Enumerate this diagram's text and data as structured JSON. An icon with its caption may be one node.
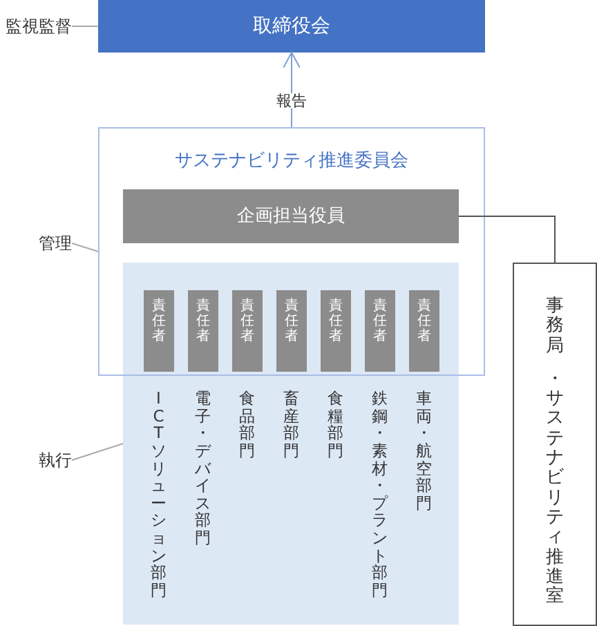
{
  "diagram": {
    "nodes": [
      {
        "text": [
          "監視監督"
        ]
      },
      {
        "text": [
          "取締役会"
        ]
      },
      {
        "text": [
          "管理"
        ]
      },
      {
        "text": [
          "サステナビリティ推進委員会"
        ]
      },
      {
        "text": [
          "企画担当役員"
        ],
        "in": 3
      },
      {
        "text": [
          "執行"
        ]
      },
      {
        "text": [],
        "shape": "box"
      },
      {
        "text": [
          "責任者"
        ]
      },
      {
        "text": [
          "責任者"
        ]
      },
      {
        "text": [
          "責任者"
        ]
      },
      {
        "text": [
          "責任者"
        ]
      },
      {
        "text": [
          "責任者"
        ]
      },
      {
        "text": [
          "責任者"
        ]
      },
      {
        "text": [
          "責任者"
        ]
      },
      {
        "text": [
          "事務局",
          "・サステナビリティ推進室"
        ]
      }
    ],
    "edges": [
      {
        "from": 3,
        "to": 1,
        "arrow": "to",
        "label": "報告"
      },
      {
        "from": 4,
        "to": 14,
        "arrow": "none",
        "color": "#555555"
      },
      {
        "from": 0,
        "to": 1,
        "arrow": "none"
      },
      {
        "from": 2,
        "to": 3,
        "arrow": "none"
      },
      {
        "from": 5,
        "to": 6,
        "arrow": "none"
      }
    ],
    "labels": [
      "ICTソリューション部門",
      "電子・デバイス部門",
      "食品部門",
      "畜産部門",
      "食糧部門",
      "鉄鋼・素材・プラント部門",
      "車両・航空部門"
    ]
  }
}
